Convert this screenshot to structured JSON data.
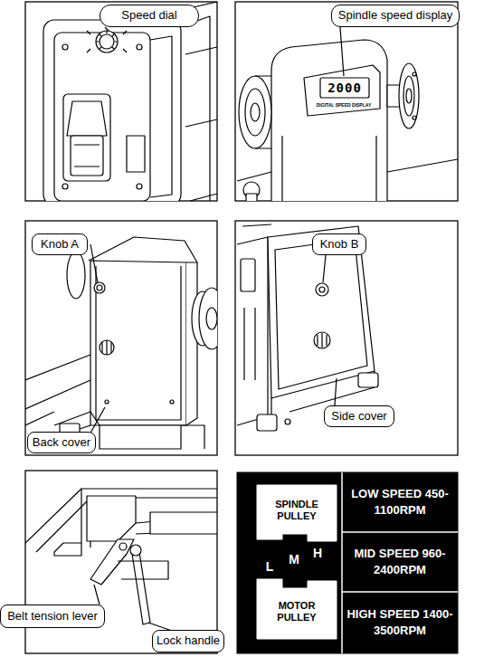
{
  "diagram": {
    "nodes": [
      {
        "text": [
          "Speed dial"
        ]
      },
      {
        "text": [
          "Spindle speed display"
        ]
      },
      {
        "text": [
          "Knob A"
        ]
      },
      {
        "text": [
          "Knob B"
        ]
      },
      {
        "text": [
          "Back cover"
        ]
      },
      {
        "text": [
          "Side cover"
        ]
      },
      {
        "text": [
          "Belt tension lever"
        ]
      },
      {
        "text": [
          "Lock handle"
        ]
      },
      {
        "text": [
          "SPINDLE PULLEY"
        ]
      },
      {
        "text": [
          "MOTOR PULLEY"
        ]
      }
    ],
    "labels": [
      "2000",
      "DIGITAL SPEED DISPLAY",
      "L",
      "M",
      "H",
      "LOW SPEED 450-1100RPM",
      "MID SPEED 960-2400RPM",
      "HIGH SPEED 1400-3500RPM"
    ]
  }
}
